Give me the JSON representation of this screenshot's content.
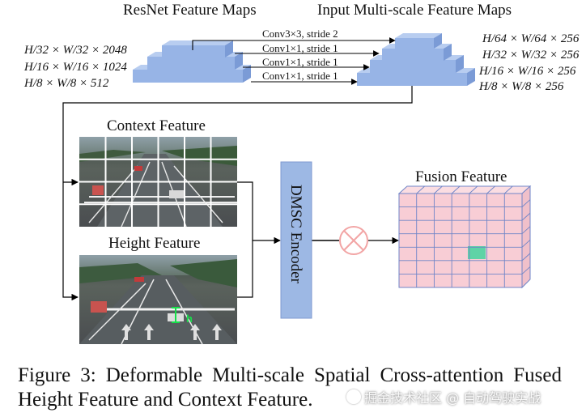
{
  "diagram": {
    "labels": {
      "resnet": "ResNet Feature Maps",
      "input_multiscale": "Input Multi-scale Feature Maps",
      "context": "Context Feature",
      "height": "Height Feature",
      "fusion": "Fusion Feature",
      "encoder": "DMSC Encoder"
    },
    "convs": [
      "Conv3×3, stride 2",
      "Conv1×1, stride 1",
      "Conv1×1, stride 1",
      "Conv1×1, stride 1"
    ],
    "resnet_dims": [
      "H/32 × W/32 × 2048",
      "H/16 × W/16 × 1024",
      "H/8 × W/8 × 512"
    ],
    "input_dims": [
      "H/64 × W/64 × 256",
      "H/32 × W/32 × 256",
      "H/16 × W/16 × 256",
      "H/8 × W/8 × 256"
    ],
    "context_image_label": "",
    "height_image_label": "h",
    "colors": {
      "layer_blue": "#97b4e6",
      "layer_blue_dark": "#7b9bd6",
      "encoder_blue": "#9db8e4",
      "fusion_pink": "#f8cdd5",
      "fusion_green": "#5fd3a6",
      "grid_line": "#6f85c8",
      "multiply_symbol": "#f2a5a5"
    }
  },
  "caption": "Figure 3: Deformable Multi-scale Spatial Cross-attention Fused Height Feature and Context Feature.",
  "watermark": "掘金技术社区 @ 自动驾驶实战"
}
